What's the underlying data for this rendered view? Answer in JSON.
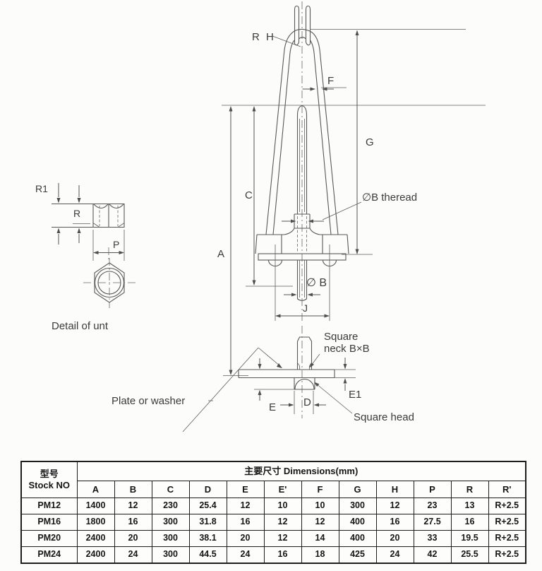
{
  "diagram": {
    "labels": {
      "rh": "R H",
      "f": "F",
      "g": "G",
      "c": "C",
      "a": "A",
      "b_thread": "∅B theread",
      "dia_b": "∅ B",
      "j": "J",
      "r1": "R1",
      "r": "R",
      "p": "P",
      "detail_caption": "Detail of unt",
      "square_neck_1": "Square",
      "square_neck_2": "neck B×B",
      "square_head": "Square head",
      "plate_or_washer": "Plate or washer",
      "e1": "E1",
      "e": "E",
      "d": "D"
    }
  },
  "table": {
    "stock_header_line1": "型号",
    "stock_header_line2": "Stock NO",
    "dimensions_header": "主要尺寸 Dimensions(mm)",
    "columns": [
      "A",
      "B",
      "C",
      "D",
      "E",
      "E'",
      "F",
      "G",
      "H",
      "P",
      "R",
      "R'"
    ],
    "rows": [
      {
        "stock_no": "PM12",
        "values": [
          "1400",
          "12",
          "230",
          "25.4",
          "12",
          "10",
          "10",
          "300",
          "12",
          "23",
          "13",
          "R+2.5"
        ]
      },
      {
        "stock_no": "PM16",
        "values": [
          "1800",
          "16",
          "300",
          "31.8",
          "16",
          "12",
          "12",
          "400",
          "16",
          "27.5",
          "16",
          "R+2.5"
        ]
      },
      {
        "stock_no": "PM20",
        "values": [
          "2400",
          "20",
          "300",
          "38.1",
          "20",
          "12",
          "14",
          "400",
          "20",
          "33",
          "19.5",
          "R+2.5"
        ]
      },
      {
        "stock_no": "PM24",
        "values": [
          "2400",
          "24",
          "300",
          "44.5",
          "24",
          "16",
          "18",
          "425",
          "24",
          "42",
          "25.5",
          "R+2.5"
        ]
      }
    ]
  }
}
